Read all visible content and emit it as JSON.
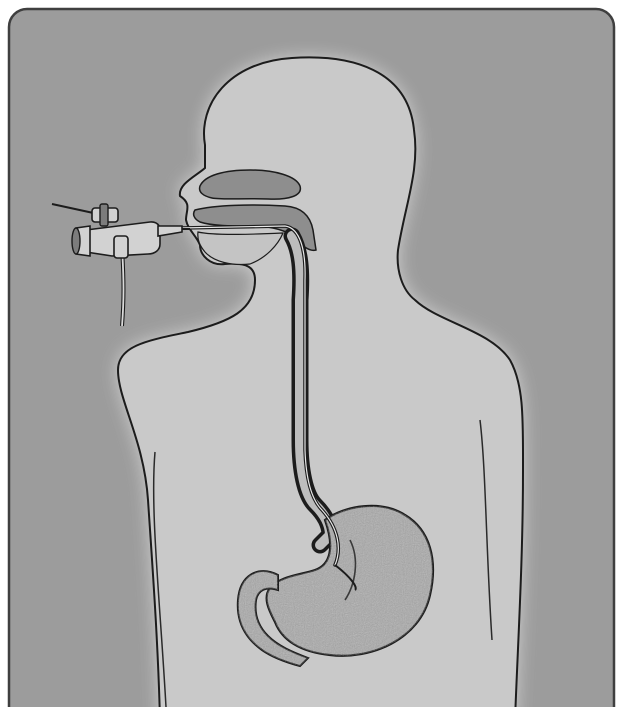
{
  "diagram": {
    "subject": "upper-gastrointestinal-endoscopy",
    "parts": [
      {
        "id": "frame",
        "icon": "rounded-panel"
      },
      {
        "id": "body-silhouette",
        "icon": "human-profile"
      },
      {
        "id": "nasal-cavity",
        "icon": "cavity"
      },
      {
        "id": "oral-cavity",
        "icon": "cavity"
      },
      {
        "id": "esophagus",
        "icon": "tube"
      },
      {
        "id": "stomach",
        "icon": "organ"
      },
      {
        "id": "duodenum",
        "icon": "organ"
      },
      {
        "id": "endoscope-instrument",
        "icon": "endoscope-icon"
      },
      {
        "id": "endoscope-tube",
        "icon": "scope-insertion-tube"
      }
    ]
  },
  "colors": {
    "background": "#9c9c9c",
    "frame_border": "#3f3f3f",
    "body_fill": "#c9c9c9",
    "body_outline": "#1c1c1c",
    "cavity_fill": "#8e8e8e",
    "stomach_fill": "#a7a7a7",
    "instrument_fill": "#d2d2d2",
    "instrument_dark": "#7c7c7c"
  }
}
